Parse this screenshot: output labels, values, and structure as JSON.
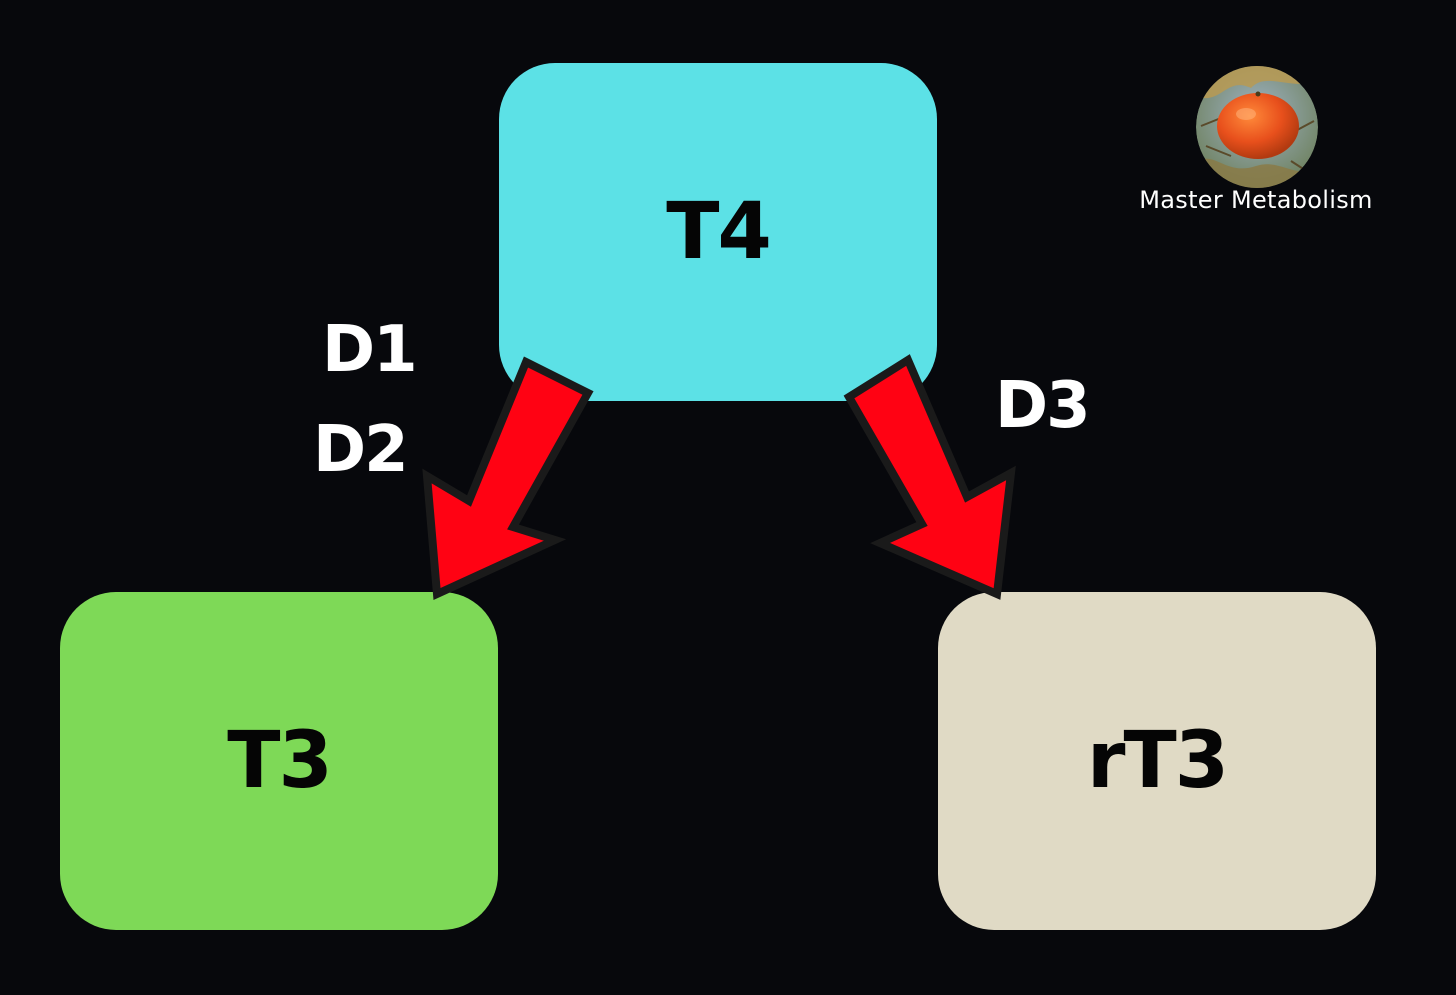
{
  "nodes": {
    "t4": {
      "label": "T4",
      "color": "#5ce1e6"
    },
    "t3": {
      "label": "T3",
      "color": "#7ed957"
    },
    "rt3": {
      "label": "rT3",
      "color": "#e0dac5"
    }
  },
  "enzymes": {
    "left": [
      "D1",
      "D2"
    ],
    "right": "D3"
  },
  "arrows": {
    "fill_color": "#ff0213",
    "outline_color": "#1a1a1a"
  },
  "brand": {
    "name": "Master Metabolism",
    "logo_icon": "tangerine-photo-icon"
  }
}
